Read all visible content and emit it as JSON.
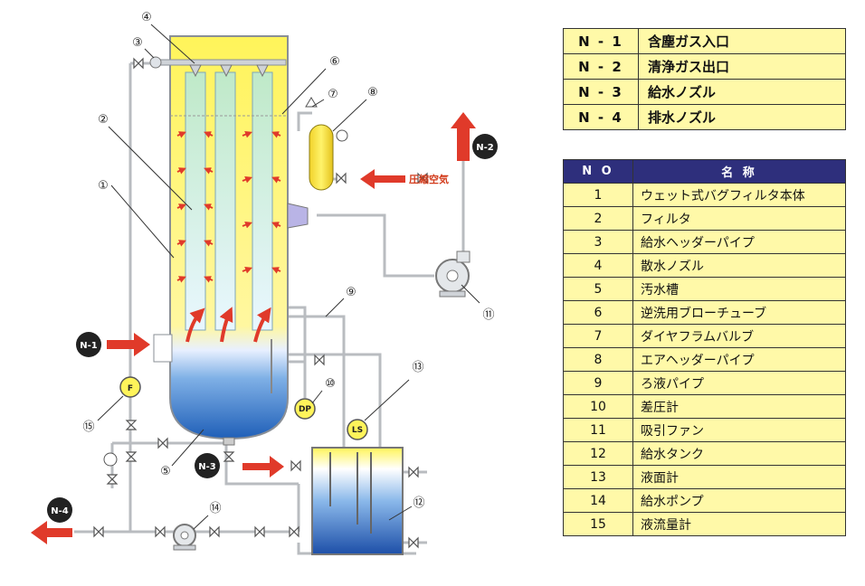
{
  "nozzles": [
    {
      "code": "N - 1",
      "name": "含塵ガス入口"
    },
    {
      "code": "N - 2",
      "name": "清浄ガス出口"
    },
    {
      "code": "N - 3",
      "name": "給水ノズル"
    },
    {
      "code": "N - 4",
      "name": "排水ノズル"
    }
  ],
  "parts_header": {
    "no": "N O",
    "name": "名 称"
  },
  "parts": [
    {
      "no": "1",
      "name": "ウェット式バグフィルタ本体"
    },
    {
      "no": "2",
      "name": "フィルタ"
    },
    {
      "no": "3",
      "name": "給水ヘッダーパイプ"
    },
    {
      "no": "4",
      "name": "散水ノズル"
    },
    {
      "no": "5",
      "name": "汚水槽"
    },
    {
      "no": "6",
      "name": "逆洗用ブローチューブ"
    },
    {
      "no": "7",
      "name": "ダイヤフラムバルブ"
    },
    {
      "no": "8",
      "name": "エアヘッダーパイプ"
    },
    {
      "no": "9",
      "name": "ろ液パイプ"
    },
    {
      "no": "10",
      "name": "差圧計"
    },
    {
      "no": "11",
      "name": "吸引ファン"
    },
    {
      "no": "12",
      "name": "給水タンク"
    },
    {
      "no": "13",
      "name": "液面計"
    },
    {
      "no": "14",
      "name": "給水ポンプ"
    },
    {
      "no": "15",
      "name": "液流量計"
    }
  ],
  "diagram": {
    "compressed_air_label": "圧縮空気",
    "badges": {
      "n1": "N-1",
      "n2": "N-2",
      "n3": "N-3",
      "n4": "N-4"
    },
    "gauges": {
      "flow": "F",
      "dp": "DP",
      "ls": "LS"
    },
    "callouts": {
      "c1": "①",
      "c2": "②",
      "c3": "③",
      "c4": "④",
      "c5": "⑤",
      "c6": "⑥",
      "c7": "⑦",
      "c8": "⑧",
      "c9": "⑨",
      "c10": "⑩",
      "c11": "⑪",
      "c12": "⑫",
      "c13": "⑬",
      "c14": "⑭",
      "c15": "⑮"
    }
  },
  "colors": {
    "yellow": "#fff35a",
    "water": "#2f6fc0",
    "arrow": "#e03a2a",
    "pipe": "#b9bcc0",
    "header": "#2e2f7c"
  }
}
